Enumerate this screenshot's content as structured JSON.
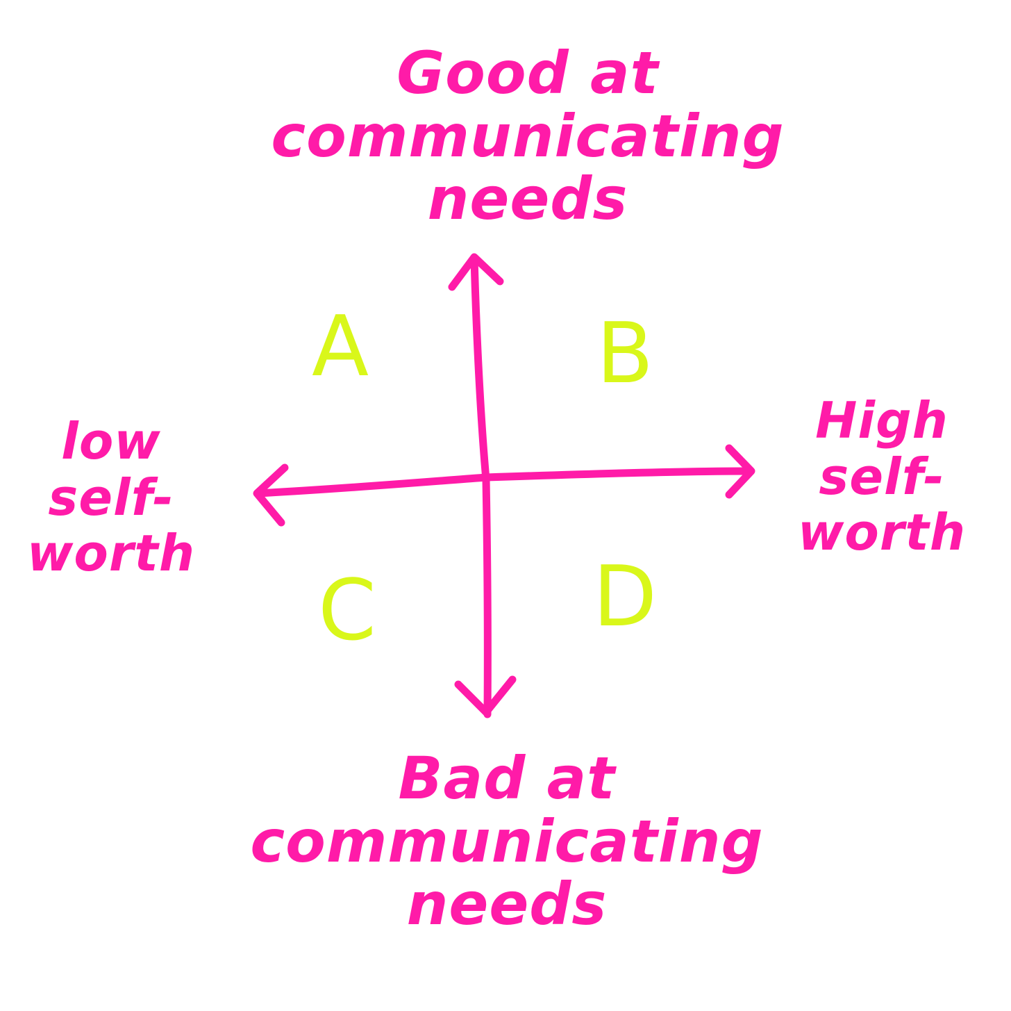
{
  "colors": {
    "axis": "#ff1ba8",
    "labels": "#ff1ba8",
    "quadrants": "#d9f71a"
  },
  "axes": {
    "top": {
      "lines": [
        "Good at",
        "communicating",
        "needs"
      ]
    },
    "bottom": {
      "lines": [
        "Bad at",
        "communicating",
        "needs"
      ]
    },
    "left": {
      "lines": [
        "low",
        "self-",
        "worth"
      ]
    },
    "right": {
      "lines": [
        "High",
        "self-",
        "worth"
      ]
    }
  },
  "quadrants": {
    "a": "A",
    "b": "B",
    "c": "C",
    "d": "D"
  }
}
